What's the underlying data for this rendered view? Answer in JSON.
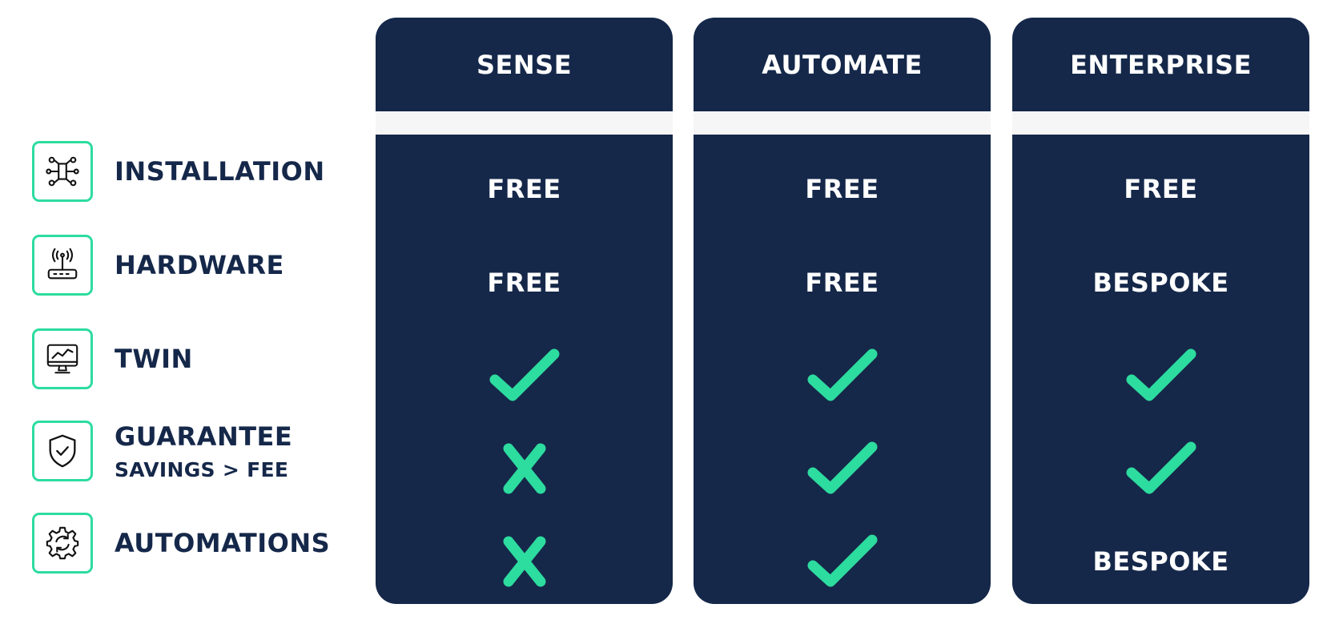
{
  "colors": {
    "navy": "#15284a",
    "accent": "#2ddc9f",
    "band": "#f6f6f6",
    "text_on_dark": "#ffffff"
  },
  "plans": [
    {
      "name": "SENSE"
    },
    {
      "name": "AUTOMATE"
    },
    {
      "name": "ENTERPRISE"
    }
  ],
  "features": [
    {
      "label": "INSTALLATION",
      "sublabel": "",
      "icon": "circuit-icon",
      "values": [
        {
          "type": "text",
          "text": "FREE"
        },
        {
          "type": "text",
          "text": "FREE"
        },
        {
          "type": "text",
          "text": "FREE"
        }
      ]
    },
    {
      "label": "HARDWARE",
      "sublabel": "",
      "icon": "router-icon",
      "values": [
        {
          "type": "text",
          "text": "FREE"
        },
        {
          "type": "text",
          "text": "FREE"
        },
        {
          "type": "text",
          "text": "BESPOKE"
        }
      ]
    },
    {
      "label": "TWIN",
      "sublabel": "",
      "icon": "monitor-chart-icon",
      "values": [
        {
          "type": "check"
        },
        {
          "type": "check"
        },
        {
          "type": "check"
        }
      ]
    },
    {
      "label": "GUARANTEE",
      "sublabel": "SAVINGS > FEE",
      "icon": "shield-check-icon",
      "values": [
        {
          "type": "cross"
        },
        {
          "type": "check"
        },
        {
          "type": "check"
        }
      ]
    },
    {
      "label": "AUTOMATIONS",
      "sublabel": "",
      "icon": "gear-cycle-icon",
      "values": [
        {
          "type": "cross"
        },
        {
          "type": "check"
        },
        {
          "type": "text",
          "text": "BESPOKE"
        }
      ]
    }
  ]
}
